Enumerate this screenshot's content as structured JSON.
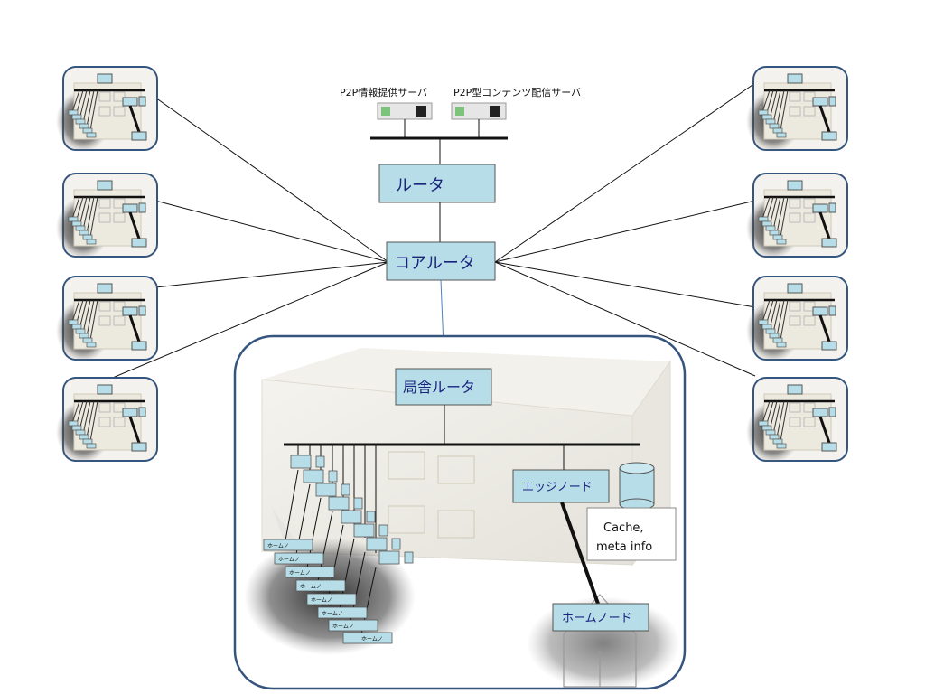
{
  "servers": {
    "info_label": "P2P情報提供サーバ",
    "content_label": "P2P型コンテンツ配信サーバ"
  },
  "routers": {
    "router": "ルータ",
    "core": "コアルータ",
    "office": "局舎ルータ"
  },
  "edge": {
    "node": "エッジノード",
    "cache_line1": "Cache,",
    "cache_line2": "meta info"
  },
  "home": {
    "node": "ホームノード",
    "stack_label": "ホームノ"
  },
  "colors": {
    "box_fill": "#b7dee8",
    "box_stroke": "#555555",
    "frame_stroke": "#35557e",
    "label_text": "#1a237e"
  }
}
